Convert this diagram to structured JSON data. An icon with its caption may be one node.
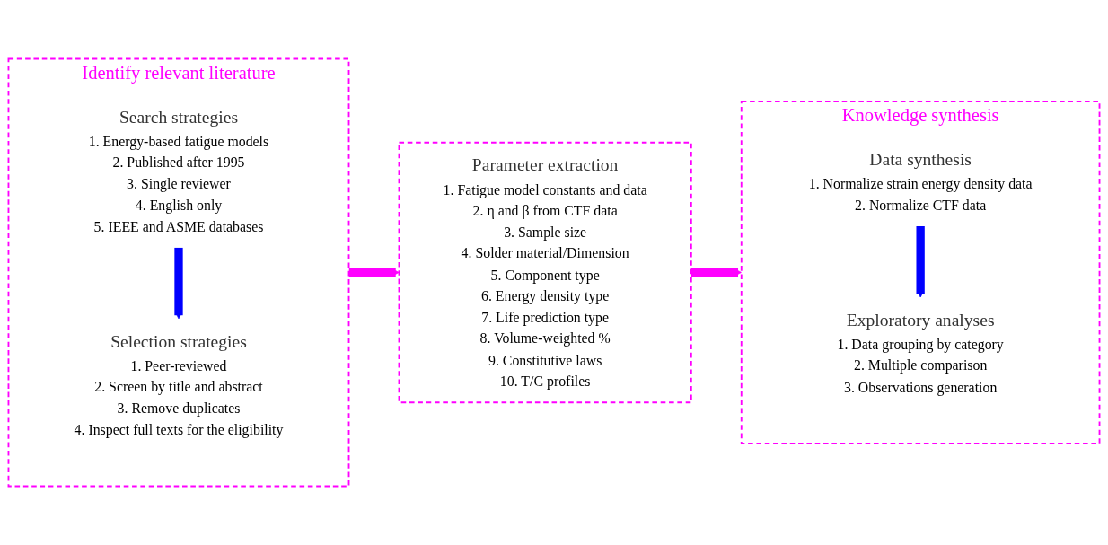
{
  "diagram": {
    "nodes": [
      {
        "text": [
          "Identify relevant literature"
        ]
      },
      {
        "text": [
          "Search strategies",
          "1. Energy-based fatigue models",
          "2. Published after 1995",
          "3. Single reviewer",
          "4. English only",
          "5. IEEE and ASME databases"
        ],
        "in": 0
      },
      {
        "text": [
          "Selection strategies",
          "1. Peer-reviewed",
          "2. Screen by title and abstract",
          "3. Remove duplicates",
          "4. Inspect full texts for the eligibility"
        ],
        "in": 0
      },
      {
        "text": [
          "Parameter extraction",
          "1. Fatigue model constants and data",
          "2. η and β from CTF data",
          "3. Sample size",
          "4. Solder material/Dimension",
          "5. Component type",
          "6. Energy density type",
          "7. Life prediction type",
          "8. Volume-weighted %",
          "9. Constitutive laws",
          "10. T/C profiles"
        ]
      },
      {
        "text": [
          "Knowledge synthesis"
        ]
      },
      {
        "text": [
          "Data synthesis",
          "1. Normalize strain energy density data",
          "2. Normalize CTF data"
        ],
        "in": 4
      },
      {
        "text": [
          "Exploratory analyses",
          "1. Data grouping by category",
          "2. Multiple comparison",
          "3. Observations generation"
        ],
        "in": 4
      }
    ],
    "edges": [
      {
        "from": 1,
        "to": 2,
        "arrow": "to",
        "color": "#0000ff"
      },
      {
        "from": 0,
        "to": 3,
        "arrow": "to",
        "color": "#ff00ff"
      },
      {
        "from": 3,
        "to": 4,
        "arrow": "to",
        "color": "#ff00ff"
      },
      {
        "from": 5,
        "to": 6,
        "arrow": "to",
        "color": "#0000ff"
      }
    ]
  }
}
